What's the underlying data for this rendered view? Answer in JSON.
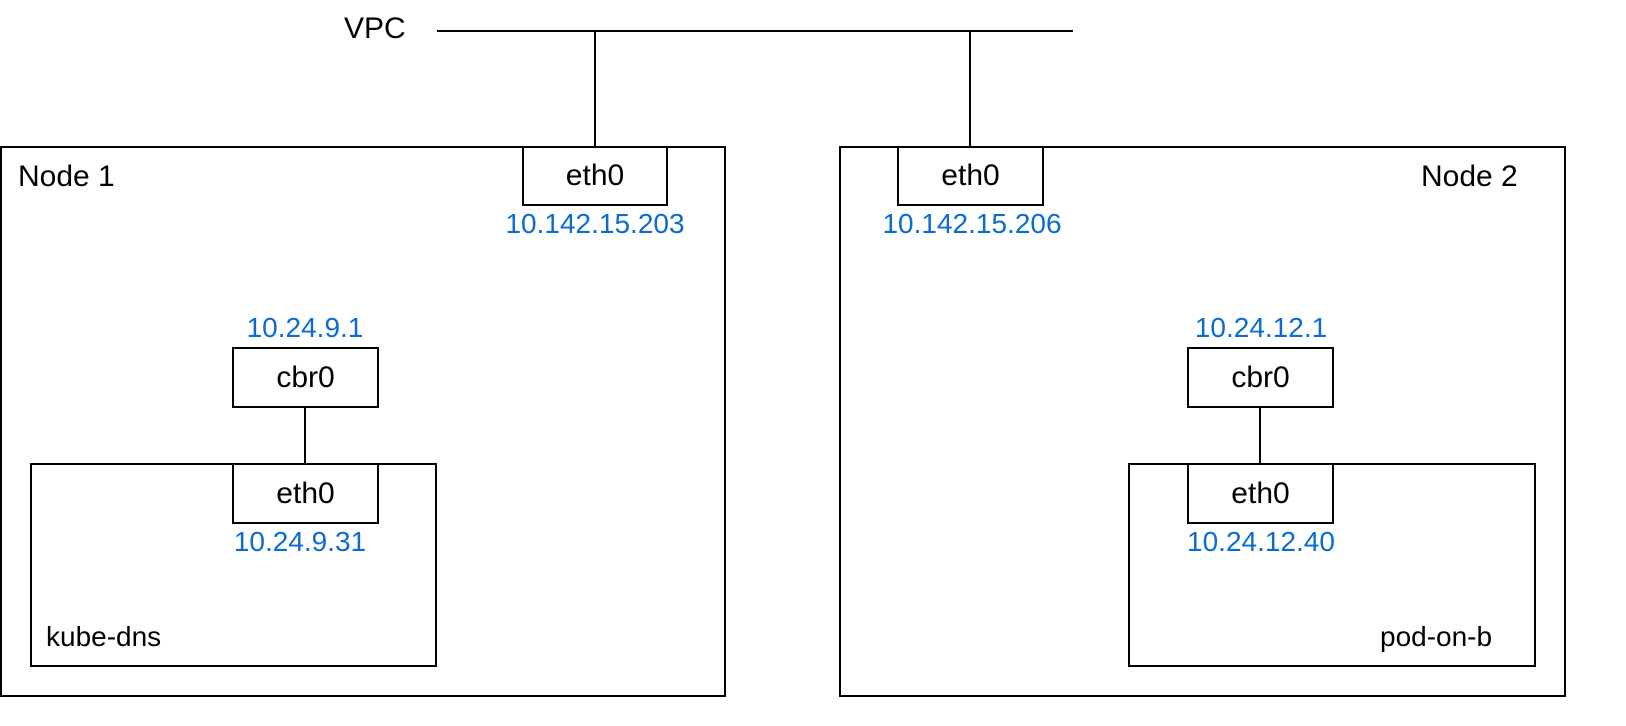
{
  "vpc": {
    "label": "VPC"
  },
  "node1": {
    "label": "Node 1",
    "eth0": {
      "label": "eth0",
      "ip": "10.142.15.203"
    },
    "bridge": {
      "label": "cbr0",
      "ip": "10.24.9.1"
    },
    "pod": {
      "label": "kube-dns",
      "eth0": {
        "label": "eth0",
        "ip": "10.24.9.31"
      }
    }
  },
  "node2": {
    "label": "Node 2",
    "eth0": {
      "label": "eth0",
      "ip": "10.142.15.206"
    },
    "bridge": {
      "label": "cbr0",
      "ip": "10.24.12.1"
    },
    "pod": {
      "label": "pod-on-b",
      "eth0": {
        "label": "eth0",
        "ip": "10.24.12.40"
      }
    }
  },
  "colors": {
    "ip_text": "#0a6ccf",
    "lines": "#000000"
  }
}
